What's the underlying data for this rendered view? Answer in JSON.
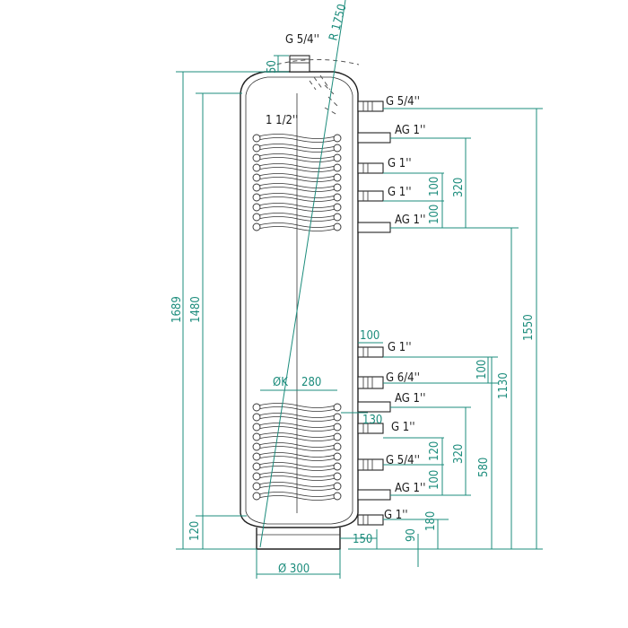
{
  "connections": {
    "top": "G 5/4''",
    "upper_side": "G 5/4''",
    "sensor_flange": "1 1/2''",
    "upper_coil_in": "AG 1''",
    "sensor_1": "G 1''",
    "sensor_2": "G 1''",
    "upper_coil_out": "AG 1''",
    "mid_1": "G 1''",
    "mid_2": "G 6/4''",
    "lower_coil_in": "AG 1''",
    "lower_sensor": "G 1''",
    "lower_side": "G 5/4''",
    "lower_coil_out": "AG 1''",
    "bottom": "G 1''"
  },
  "dimensions": {
    "top_neck": "50",
    "tilt_radius": "R 1750",
    "total_height": "1689",
    "tank_height": "1480",
    "base": "120",
    "upper_coil_height": "320",
    "upper_pitch_1": "100",
    "upper_pitch_2": "100",
    "upper_coil_level": "1550",
    "nozzle_length": "100",
    "mid_spacing": "100",
    "mid_level": "1130",
    "coil_diameter": "ØK",
    "coil_diameter_value": "280",
    "coil_offset": "130",
    "lower_coil_height": "320",
    "lower_pitch_1": "120",
    "lower_pitch_2": "100",
    "lower_coil_level": "580",
    "bottom_level": "180",
    "bottom_offset": "90",
    "bottom_nozzle_length": "150",
    "foot_diameter": "Ø 300"
  }
}
